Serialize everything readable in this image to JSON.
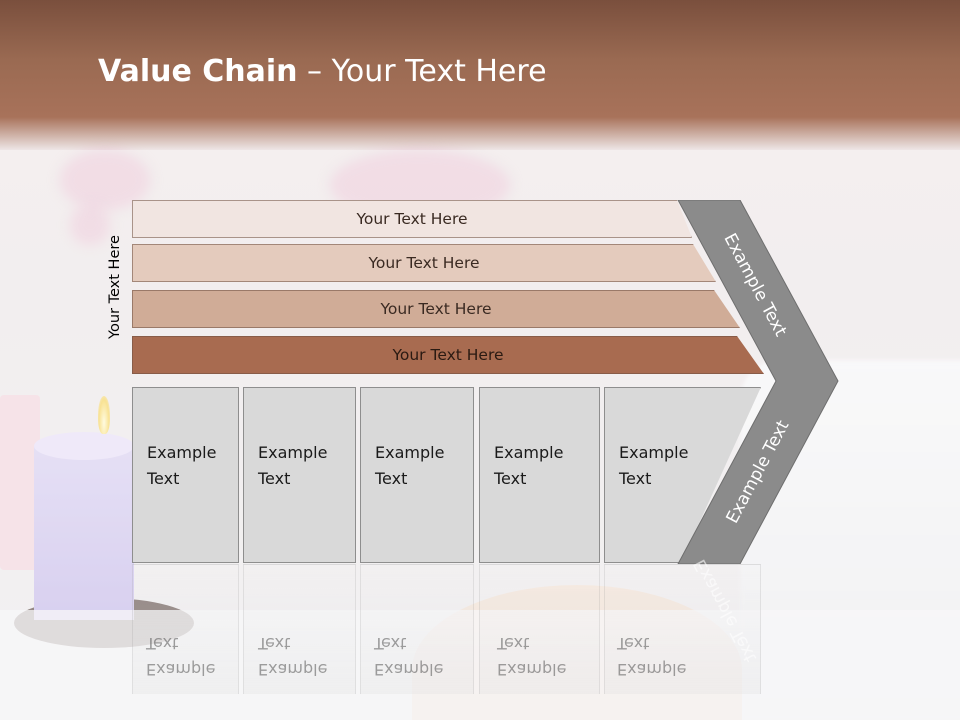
{
  "title": {
    "bold": "Value Chain",
    "rest": " – Your Text Here"
  },
  "side_label": "Your Text Here",
  "bars": [
    "Your Text Here",
    "Your Text Here",
    "Your Text Here",
    "Your Text Here"
  ],
  "boxes": [
    "Example\nText",
    "Example\nText",
    "Example\nText",
    "Example\nText",
    "Example\nText"
  ],
  "chevron": {
    "top_label": "Example Text",
    "bottom_label": "Example Text"
  },
  "colors": {
    "header": "#9a6a52",
    "bar4": "#a86b50",
    "chevron": "#8a8a8a"
  }
}
